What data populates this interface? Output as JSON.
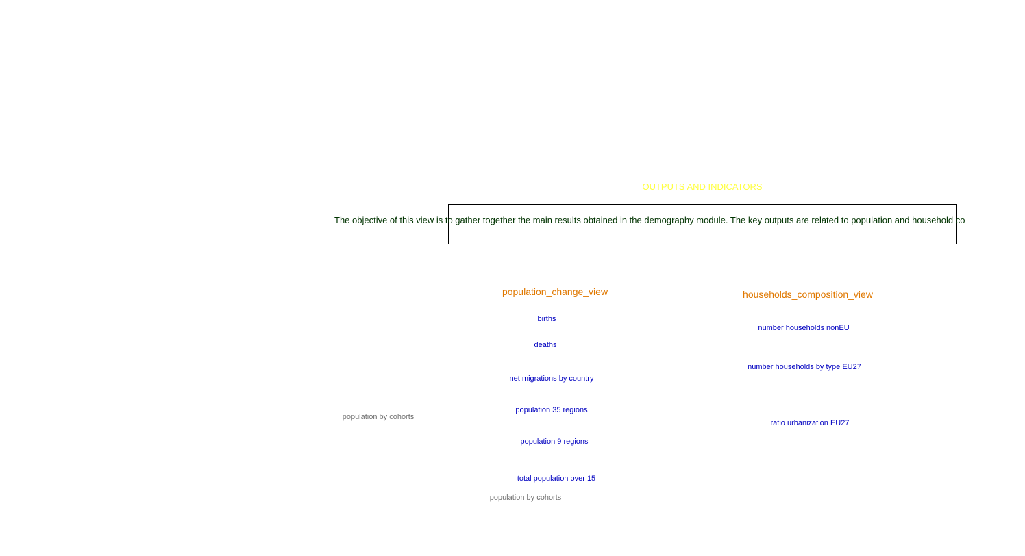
{
  "diagram": {
    "section_title": "OUTPUTS AND INDICATORS",
    "description": "The objective of this view is to gather together the main results obtained in the demography module. The key outputs are related to population and household co",
    "population_view": {
      "title": "population_change_view",
      "variables": [
        "births",
        "deaths",
        "net migrations by country",
        "population 35 regions",
        "population 9 regions",
        "total population over 15"
      ]
    },
    "households_view": {
      "title": "households_composition_view",
      "variables": [
        "number households nonEU",
        "number households by type EU27",
        "ratio urbanization EU27"
      ]
    },
    "shadow_variables": [
      "population by cohorts",
      "population by cohorts"
    ],
    "colors": {
      "view_title": "#e07800",
      "section_title": "#ffff40",
      "variable": "#0000c0",
      "shadow_variable": "#707070",
      "description_text": "#003300",
      "box_border": "#000000"
    }
  }
}
